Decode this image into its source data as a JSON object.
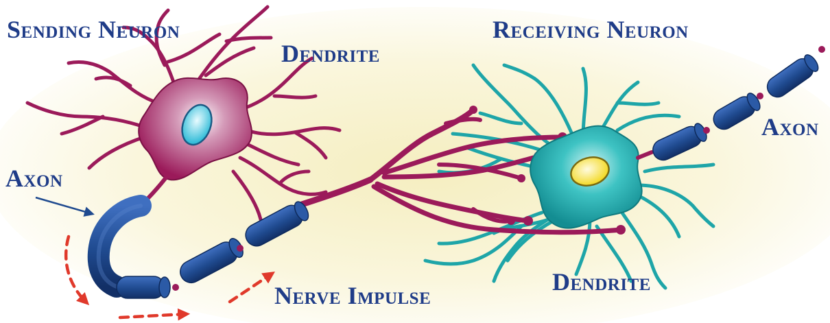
{
  "labels": {
    "sending_neuron": "Sending Neuron",
    "dendrite_top": "Dendrite",
    "receiving_neuron": "Receiving Neuron",
    "axon_left": "Axon",
    "axon_right": "Axon",
    "nerve_impulse": "Nerve Impulse",
    "dendrite_bottom": "Dendrite"
  },
  "colors": {
    "sending_neuron": "#9b1a5a",
    "receiving_neuron": "#1ea5a8",
    "myelin": "#1f4a8f",
    "label_text": "#1f3c88",
    "impulse_arrow": "#e0392b",
    "background_glow": "#f7f1c8"
  }
}
